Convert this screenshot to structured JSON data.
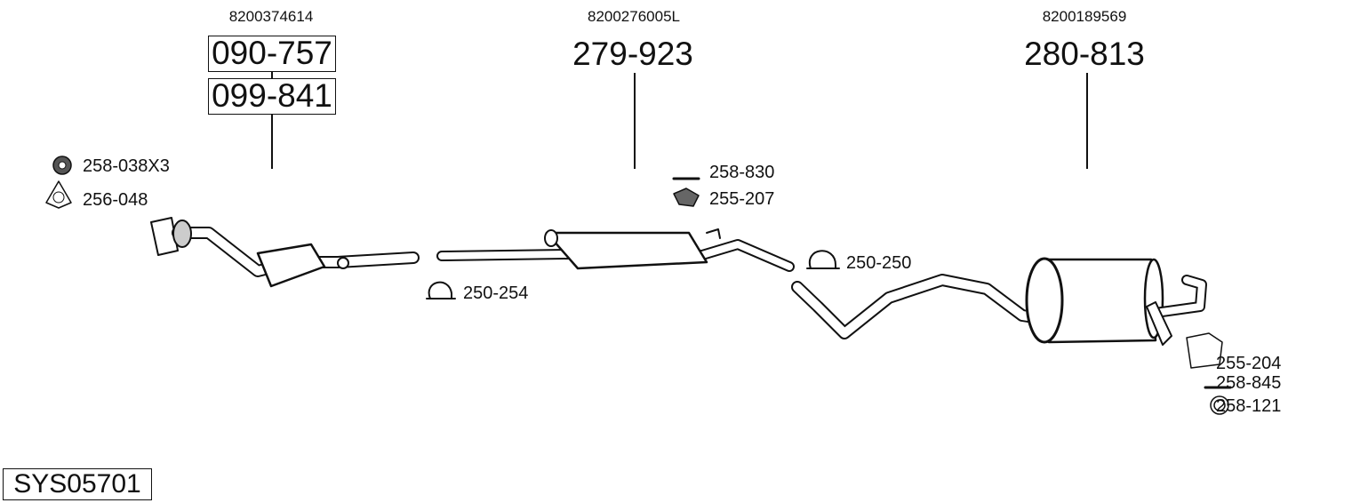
{
  "groups": [
    {
      "oem": "8200374614",
      "parts": [
        "090-757",
        "099-841"
      ]
    },
    {
      "oem": "8200276005L",
      "parts": [
        "279-923"
      ]
    },
    {
      "oem": "8200189569",
      "parts": [
        "280-813"
      ]
    }
  ],
  "accessories": [
    {
      "code": "258-038X3",
      "icon": "nut-icon"
    },
    {
      "code": "256-048",
      "icon": "gasket-icon"
    },
    {
      "code": "250-254",
      "icon": "clamp-icon"
    },
    {
      "code": "258-830",
      "icon": "bolt-icon"
    },
    {
      "code": "255-207",
      "icon": "rubber-mount-icon"
    },
    {
      "code": "250-250",
      "icon": "clamp-icon"
    },
    {
      "code": "255-204",
      "icon": "bracket-icon"
    },
    {
      "code": "258-845",
      "icon": "bolt-icon"
    },
    {
      "code": "258-121",
      "icon": "ring-icon"
    }
  ],
  "system_code": "SYS05701"
}
